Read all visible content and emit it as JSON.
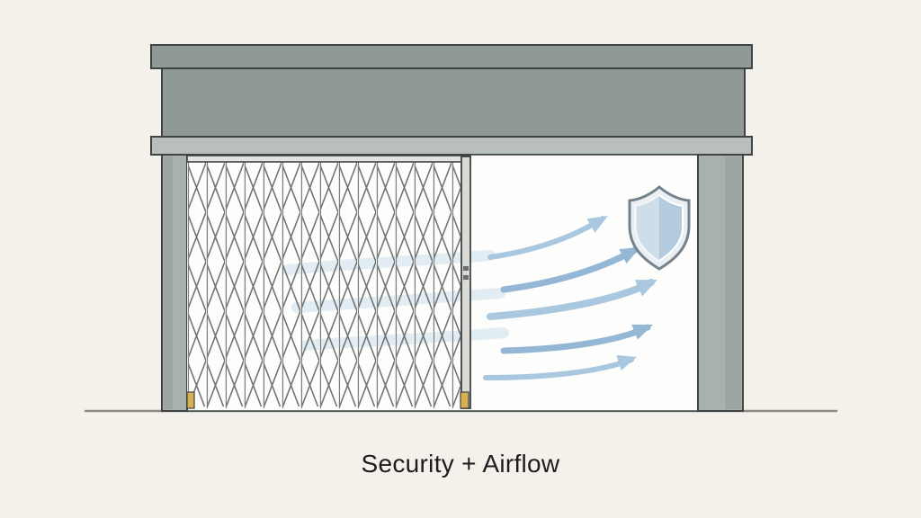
{
  "caption": {
    "text": "Security + Airflow"
  },
  "illustration": {
    "description": "Storefront opening with a folding scissor security gate covering the left half, airflow arrows streaming through to the right, and a shield emblem",
    "icons": [
      {
        "name": "shield-icon",
        "meaning": "security"
      },
      {
        "name": "airflow-arrow",
        "meaning": "air passing through the gate"
      }
    ]
  },
  "colors": {
    "background": "#f4f0ea",
    "structure": "#8f9a97",
    "structure-light": "#b9c0bc",
    "structure-dark": "#3f4443",
    "post": "#a9b1ad",
    "interior": "#fdfdfc",
    "gate-bar": "#e3e4e1",
    "gate-line": "#696e6c",
    "airflow": "#a9c8e0",
    "airflow-light": "#c6dbea",
    "airflow-dark": "#93b7d4",
    "shield-fill": "#b3cbdc",
    "shield-outline": "#75818b",
    "brass": "#d8b054",
    "ground": "#8d8c84",
    "caption": "#1d1d1f"
  }
}
